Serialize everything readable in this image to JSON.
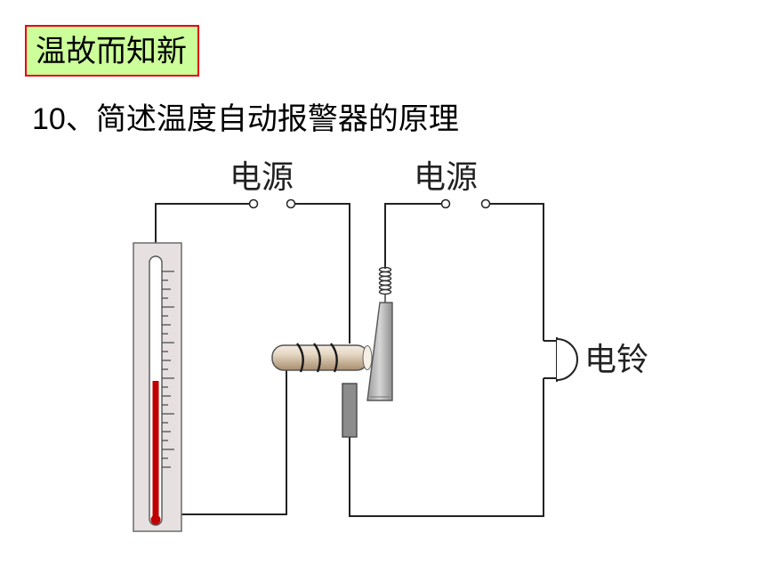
{
  "header": {
    "title": "温故而知新"
  },
  "question": {
    "number": "10",
    "separator": "、",
    "text": "简述温度自动报警器的原理"
  },
  "diagram": {
    "power_label_left": "电源",
    "power_label_right": "电源",
    "bell_label": "电铃"
  },
  "colors": {
    "title_bg": "#ccff99",
    "title_border": "#e60012",
    "mercury": "#c00000",
    "wire": "#222222"
  }
}
